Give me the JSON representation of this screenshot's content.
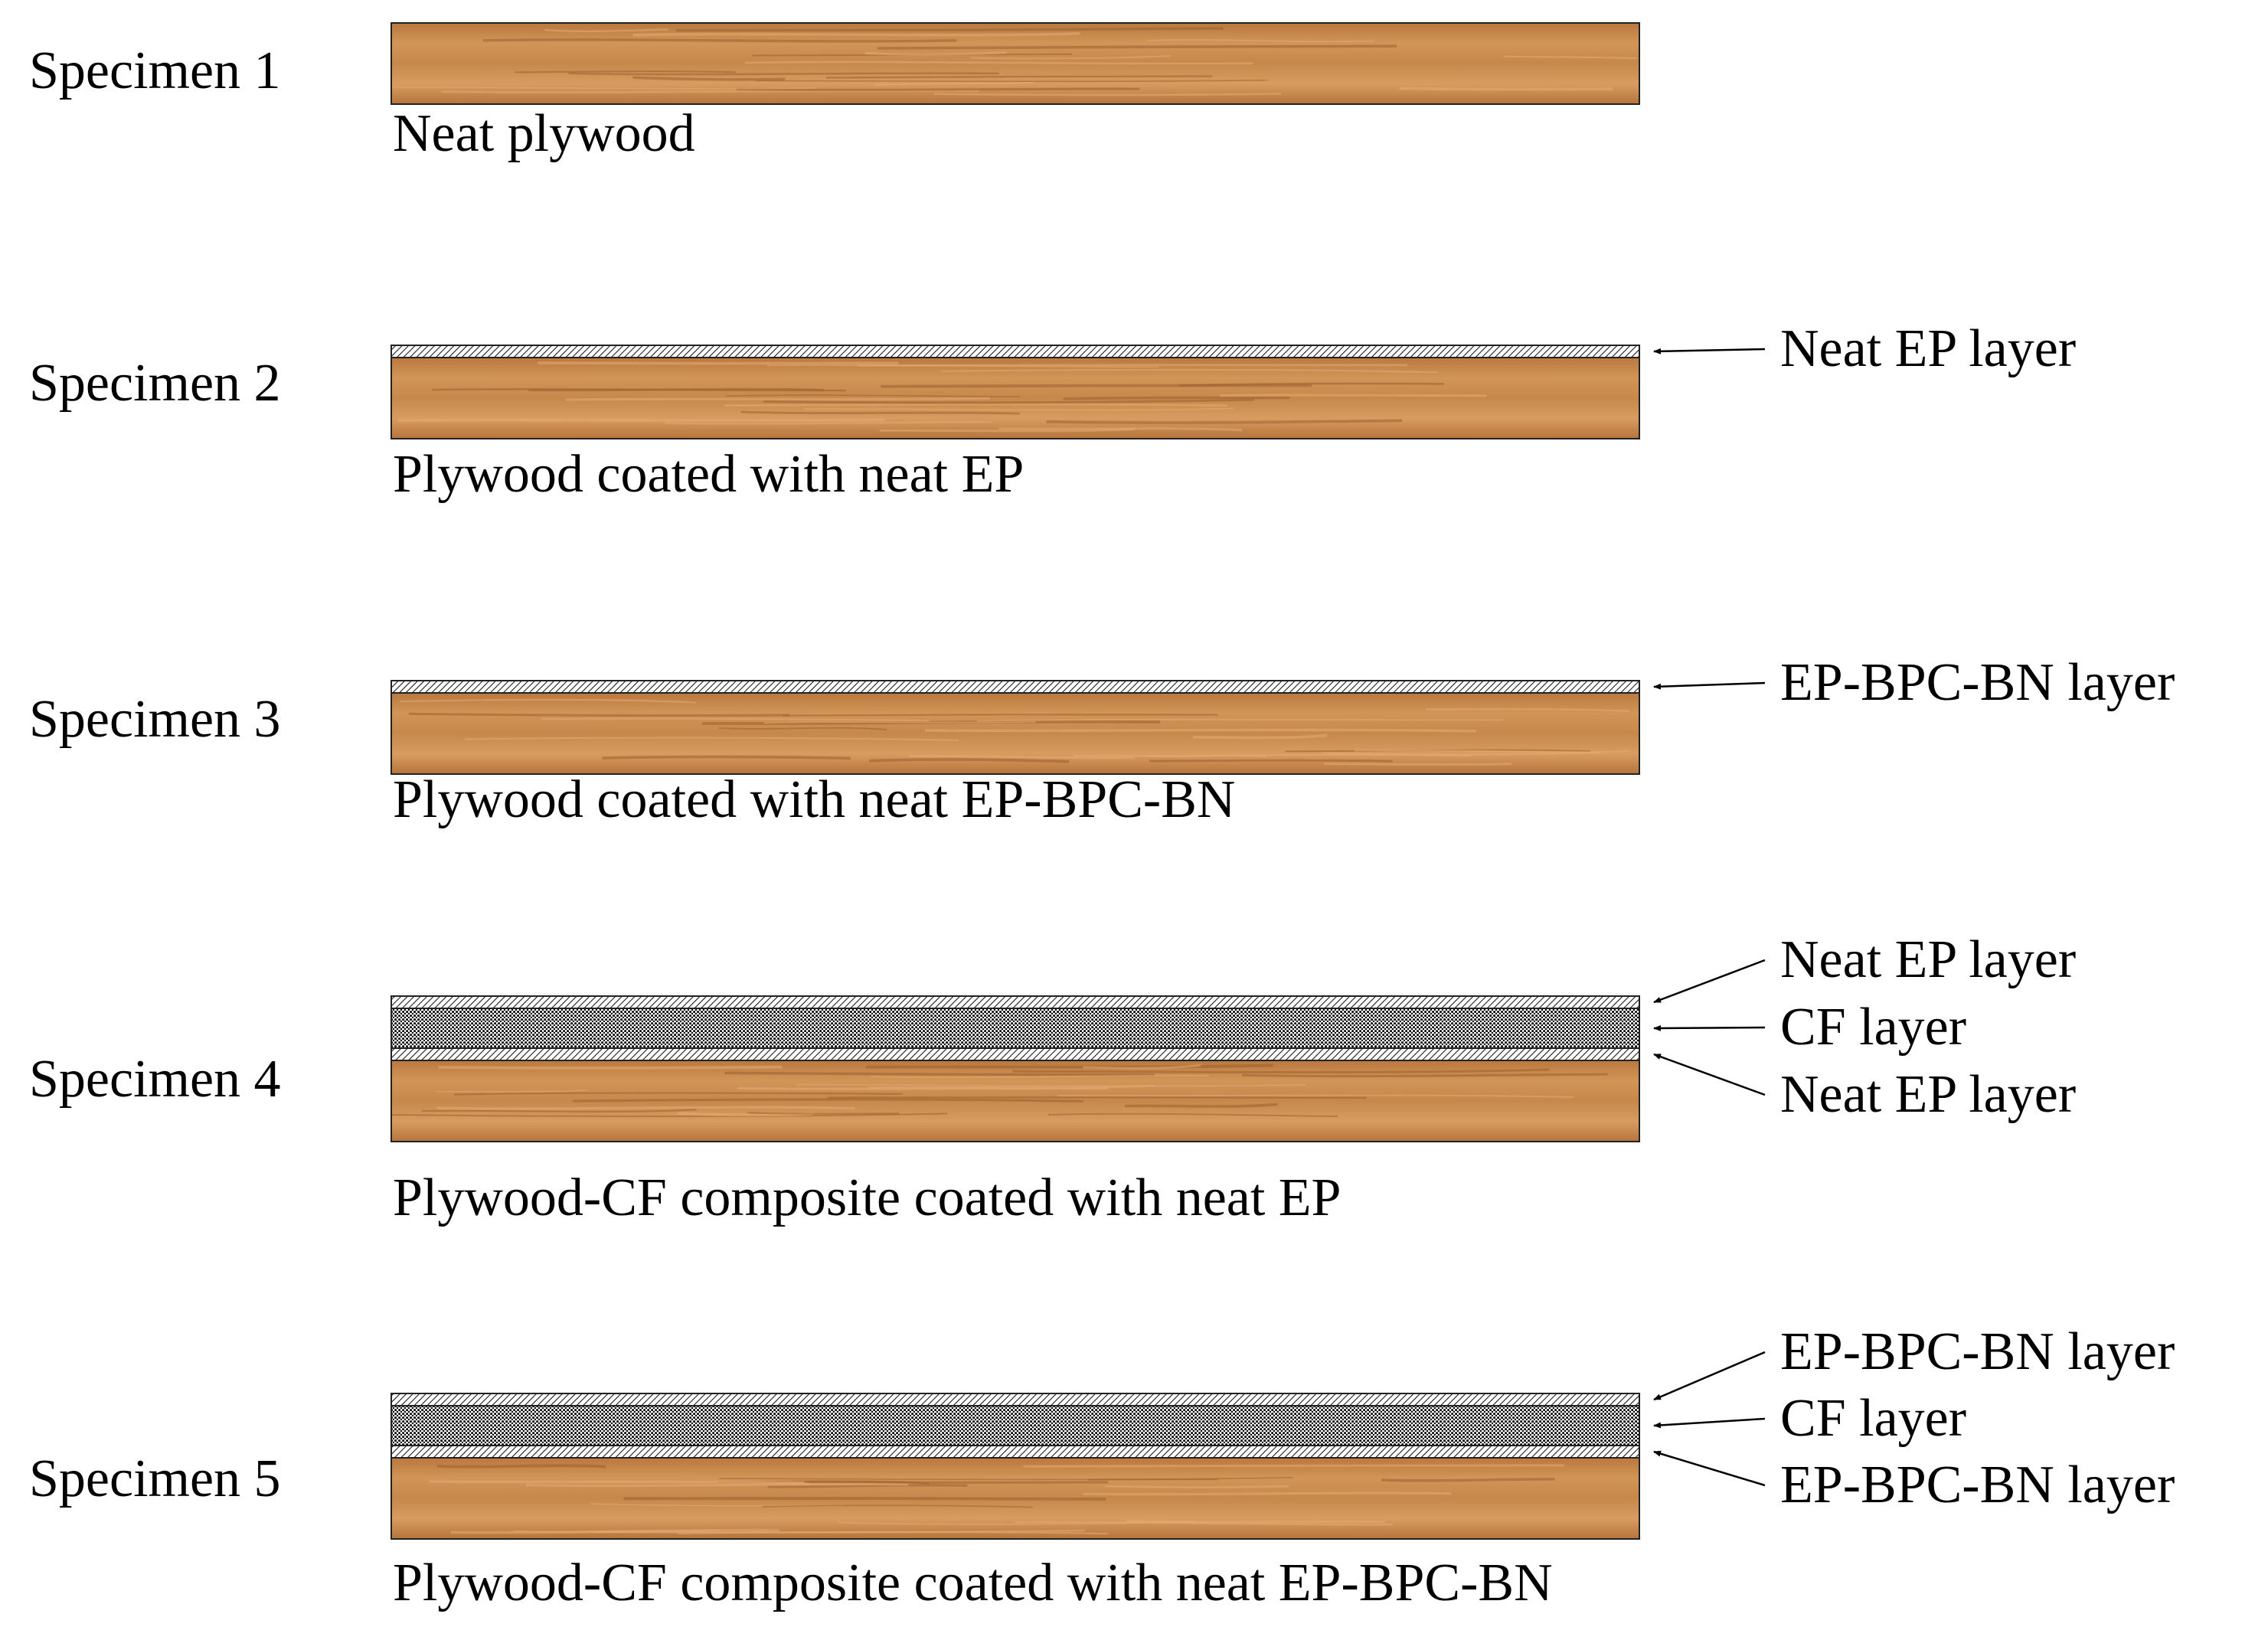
{
  "colors": {
    "wood_base": "#c8864a",
    "wood_light": "#d99d62",
    "wood_dark": "#a86a35",
    "coating_hatch": "#1a1a1a",
    "cf_dots": "#000000",
    "outline": "#222222"
  },
  "specimens": [
    {
      "label": "Specimen 1",
      "caption": "Neat plywood",
      "layers": [
        "plywood"
      ],
      "callouts": []
    },
    {
      "label": "Specimen 2",
      "caption": "Plywood coated with neat EP",
      "layers": [
        "coating",
        "plywood"
      ],
      "callouts": [
        "Neat EP layer"
      ]
    },
    {
      "label": "Specimen 3",
      "caption": "Plywood coated with neat EP-BPC-BN",
      "layers": [
        "coating",
        "plywood"
      ],
      "callouts": [
        "EP-BPC-BN layer"
      ]
    },
    {
      "label": "Specimen 4",
      "caption": "Plywood-CF composite coated with neat EP",
      "layers": [
        "coating",
        "cf",
        "coating",
        "plywood"
      ],
      "callouts": [
        "Neat EP layer",
        "CF layer",
        "Neat EP layer"
      ]
    },
    {
      "label": "Specimen 5",
      "caption": "Plywood-CF composite coated with neat EP-BPC-BN",
      "layers": [
        "coating",
        "cf",
        "coating",
        "plywood"
      ],
      "callouts": [
        "EP-BPC-BN layer",
        "CF layer",
        "EP-BPC-BN layer"
      ]
    }
  ]
}
